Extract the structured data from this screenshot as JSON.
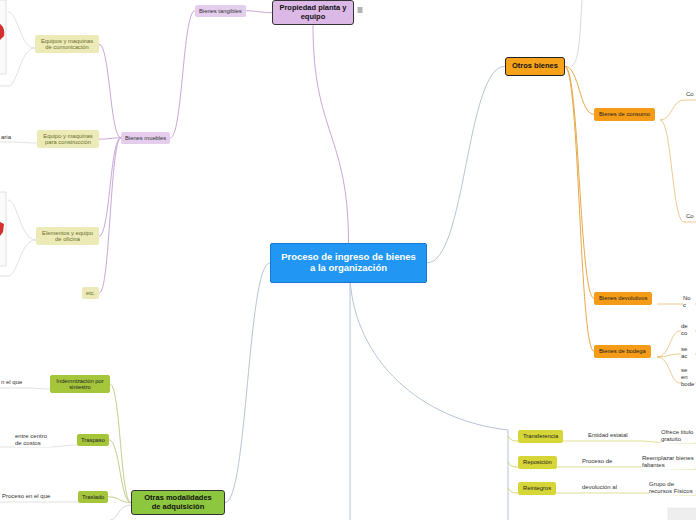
{
  "diagram": {
    "nodes": [
      {
        "text": [
          "Proceso de ingreso de bienes a la organización"
        ]
      },
      {
        "text": [
          "Propiedad planta y equipo"
        ]
      },
      {
        "text": [
          "Bienes tangibles"
        ]
      },
      {
        "text": [
          "Bienes muebles"
        ]
      },
      {
        "text": [
          "Equipos y maquinas de comunicación"
        ]
      },
      {
        "text": [
          "Equipo y maquinas para construcción"
        ]
      },
      {
        "text": [
          "Elementos y equipo de oficina"
        ]
      },
      {
        "text": [
          "etc."
        ]
      },
      {
        "text": [
          "Otros bienes"
        ]
      },
      {
        "text": [
          "Bienes de consumo"
        ]
      },
      {
        "text": [
          "Bienes devolutivos"
        ]
      },
      {
        "text": [
          "Bienes de bodega"
        ]
      },
      {
        "text": [
          "Otras modalidades de adquisición"
        ]
      },
      {
        "text": [
          "Indemnización por siniestro"
        ]
      },
      {
        "text": [
          "Traspaso"
        ]
      },
      {
        "text": [
          "Traslado"
        ]
      },
      {
        "text": [
          "Transferencia"
        ]
      },
      {
        "text": [
          "Reposición"
        ]
      },
      {
        "text": [
          "Reintegros"
        ]
      }
    ],
    "edges": [
      {
        "from": 0,
        "to": 1,
        "arrow": "none"
      },
      {
        "from": 1,
        "to": 2,
        "arrow": "none"
      },
      {
        "from": 2,
        "to": 3,
        "arrow": "none"
      },
      {
        "from": 3,
        "to": 4,
        "arrow": "none"
      },
      {
        "from": 3,
        "to": 5,
        "arrow": "none"
      },
      {
        "from": 3,
        "to": 6,
        "arrow": "none"
      },
      {
        "from": 3,
        "to": 7,
        "arrow": "none"
      },
      {
        "from": 0,
        "to": 8,
        "arrow": "none"
      },
      {
        "from": 8,
        "to": 9,
        "arrow": "none"
      },
      {
        "from": 8,
        "to": 10,
        "arrow": "none"
      },
      {
        "from": 8,
        "to": 11,
        "arrow": "none"
      },
      {
        "from": 0,
        "to": 12,
        "arrow": "none"
      },
      {
        "from": 12,
        "to": 13,
        "arrow": "none"
      },
      {
        "from": 12,
        "to": 14,
        "arrow": "none"
      },
      {
        "from": 12,
        "to": 15,
        "arrow": "none"
      }
    ],
    "labels": [
      "aria",
      "n el que",
      "entre centro de costos",
      "Proceso en el que",
      "Co",
      "Co",
      "No c",
      "de co",
      "se ac",
      "se en bode",
      "Entidad estatal",
      "Ofrece titulo gratuito",
      "Proceso de",
      "Reemplazar bienes faltantes",
      "devolución al",
      "Grupo de recursos Físicos"
    ]
  }
}
